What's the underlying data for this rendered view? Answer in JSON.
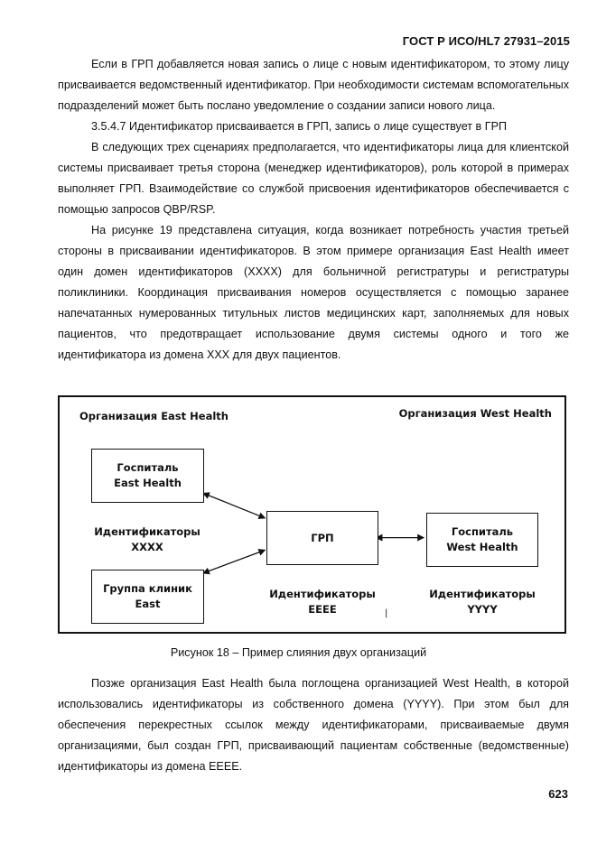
{
  "header": {
    "title": "ГОСТ Р ИСО/HL7 27931–2015"
  },
  "paragraphs_top": [
    "Если в ГРП добавляется новая запись о лице с новым идентификатором, то этому лицу присваивается ведомственный идентификатор. При необходимости системам вспомогательных подразделений может быть послано уведомление о создании записи нового лица.",
    "3.5.4.7 Идентификатор присваивается в ГРП, запись о лице существует в ГРП",
    "В следующих трех сценариях предполагается, что идентификаторы лица для клиентской системы присваивает третья сторона (менеджер идентификаторов), роль которой в примерах выполняет ГРП. Взаимодействие со службой присвоения идентификаторов обеспечивается с помощью запросов QBP/RSP.",
    "На рисунке 19 представлена ситуация, когда возникает потребность участия третьей стороны в присваивании идентификаторов. В этом примере организация East Health имеет один домен идентификаторов (XXXX) для больничной регистратуры и регистратуры поликлиники. Координация присваивания номеров осуществляется с помощью заранее напечатанных нумерованных титульных листов медицинских карт, заполняемых для новых пациентов, что предотвращает использование двумя системы одного и того же идентификатора из домена XXX для двух пациентов."
  ],
  "diagram": {
    "org_east": "Организация East Health",
    "org_west": "Организация West Health",
    "box_hospital_east": "Госпиталь\nEast Health",
    "box_clinic_group": "Группа клиник\nEast",
    "box_grp": "ГРП",
    "box_hospital_west": "Госпиталь\nWest Health",
    "label_xxxx_title": "Идентификаторы",
    "label_xxxx_domain": "XXXX",
    "label_eeee_title": "Идентификаторы",
    "label_eeee_domain": "EEEE",
    "label_yyyy_title": "Идентификаторы",
    "label_yyyy_domain": "YYYY",
    "stray_mark": "|"
  },
  "caption": "Рисунок 18 – Пример слияния двух организаций",
  "paragraphs_bottom": [
    "Позже организация East Health была поглощена организацией West Health, в которой использовались идентификаторы из собственного домена (YYYY). При этом был для обеспечения перекрестных ссылок между идентификаторами, присваиваемые двумя организациями, был создан ГРП, присваивающий пациентам собственные (ведомственные) идентификаторы из домена EEEE."
  ],
  "page_number": "623"
}
